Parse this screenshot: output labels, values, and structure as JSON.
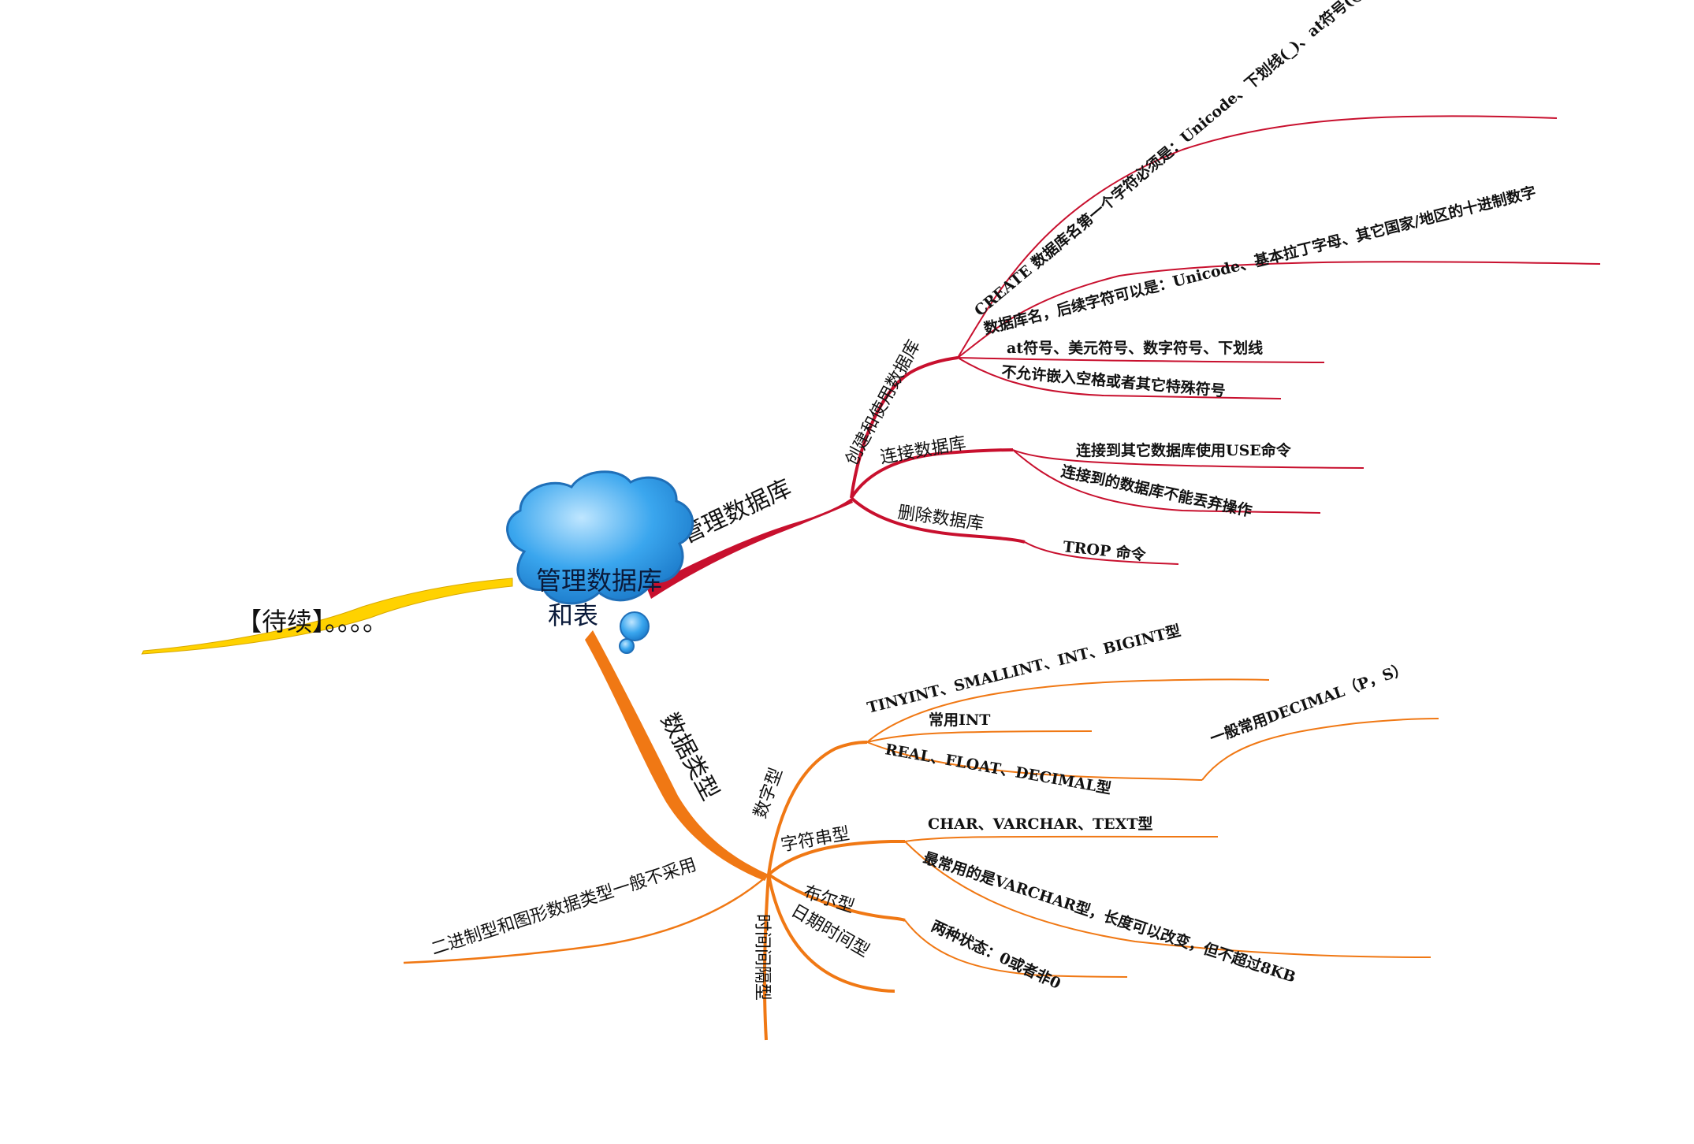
{
  "center": {
    "line1": "管理数据库",
    "line2": "和表"
  },
  "pending": {
    "label": "【待续】。。。。"
  },
  "branches": {
    "manage_db": {
      "label": "管理数据库",
      "create_use": {
        "label": "创建和使用数据库",
        "leaves": [
          "CREATE 数据库名第一个字符必须是：Unicode、下划线(_)、at符号(@)、数字符号(#)",
          "数据库名，后续字符可以是：Unicode、基本拉丁字母、其它国家/地区的十进制数字",
          "at符号、美元符号、数字符号、下划线",
          "不允许嵌入空格或者其它特殊符号"
        ]
      },
      "connect": {
        "label": "连接数据库",
        "leaves": [
          "连接到其它数据库使用USE命令",
          "连接到的数据库不能丢弃操作"
        ]
      },
      "delete": {
        "label": "删除数据库",
        "leaves": [
          "TROP 命令"
        ]
      }
    },
    "data_types": {
      "label": "数据类型",
      "numeric": {
        "label": "数字型",
        "leaves": [
          "TINYINT、SMALLINT、INT、BIGINT型",
          "常用INT",
          "REAL、FLOAT、DECIMAL型"
        ],
        "sub_leaf": "一般常用DECIMAL（P，S）"
      },
      "string": {
        "label": "字符串型",
        "leaves": [
          "CHAR、VARCHAR、TEXT型",
          "最常用的是VARCHAR型，长度可以改变，但不超过8KB"
        ]
      },
      "boolean": {
        "label": "布尔型",
        "leaves": [
          "两种状态：0或者非0"
        ]
      },
      "datetime": {
        "label": "日期时间型"
      },
      "interval": {
        "label": "时间间隔型"
      },
      "binary": {
        "label": "二进制型和图形数据类型一般不采用"
      }
    }
  },
  "colors": {
    "manage_branch": "#c8102e",
    "types_branch": "#f07814",
    "pending_branch": "#ffd200",
    "cloud_fill": "#2e9ae6",
    "cloud_stroke": "#1f6fb8"
  }
}
